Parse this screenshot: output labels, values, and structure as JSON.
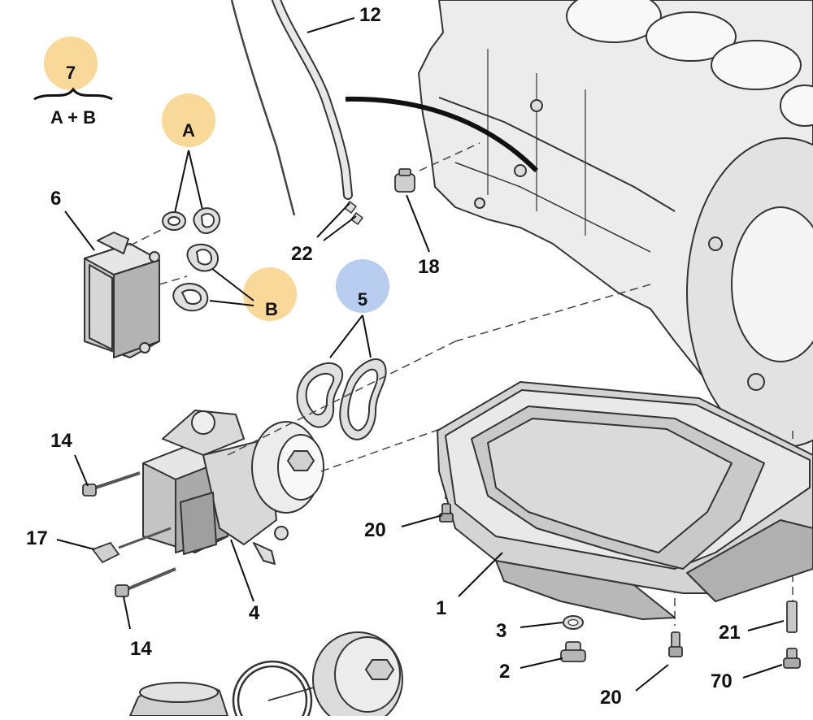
{
  "colors": {
    "badge_orange": "#f9d99a",
    "badge_blue": "#b9cdf0",
    "part_fill": "#e6e6e6",
    "part_dark": "#bdbdbd",
    "line": "#222222",
    "background": "#ffffff"
  },
  "group_legend": {
    "number": "7",
    "formula": "A + B"
  },
  "badges": {
    "a": "A",
    "b": "B",
    "five": "5"
  },
  "callouts": {
    "c12": "12",
    "c22": "22",
    "c18": "18",
    "c6": "6",
    "c14_top": "14",
    "c17": "17",
    "c14_bottom": "14",
    "c4": "4",
    "c20_left": "20",
    "c1": "1",
    "c3": "3",
    "c2": "2",
    "c20_bottom": "20",
    "c21": "21",
    "c70": "70"
  }
}
